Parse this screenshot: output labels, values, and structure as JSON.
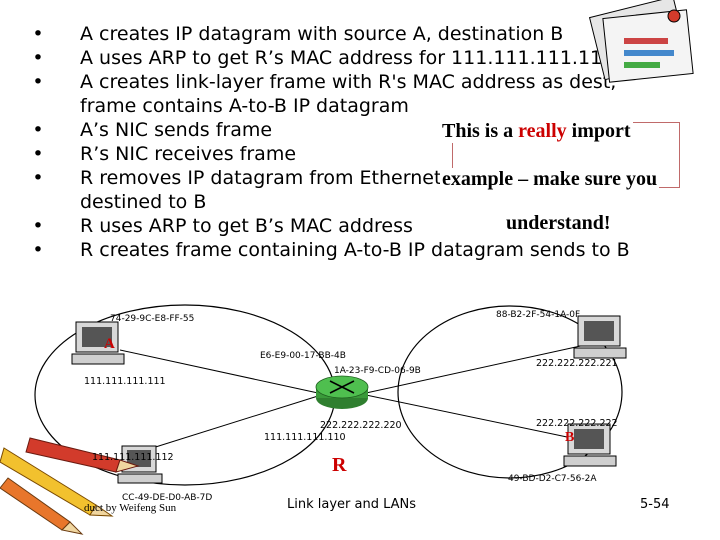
{
  "bullets": [
    "A creates IP datagram with source A, destination B",
    "A uses ARP to get R’s MAC address for 111.111.111.110",
    "A creates link-layer frame with R's MAC address as dest, frame contains A-to-B IP datagram",
    "A’s NIC sends frame",
    "R’s NIC receives frame",
    "R removes IP datagram from Ethernet frame, sees its destined to B",
    "R uses ARP to get B’s MAC address",
    "R creates frame containing A-to-B IP datagram sends to B"
  ],
  "callout": {
    "prefix": "This is a ",
    "emphasis": "really",
    "suffix": " import",
    "line2": "example – make sure you",
    "line3": "understand!"
  },
  "diagram": {
    "host_a": {
      "label": "A",
      "mac": "74-29-9C-E8-FF-55",
      "ip": "111.111.111.111"
    },
    "host_b": {
      "label": "B",
      "mac_top": "88-B2-2F-54-1A-0F",
      "ip_top": "222.222.222.221",
      "ip_bottom": "222.222.222.222",
      "mac_bottom": "49-BD-D2-C7-56-2A"
    },
    "router": {
      "label": "R",
      "mac_left": "E6-E9-00-17-BB-4B",
      "mac_right": "1A-23-F9-CD-06-9B",
      "ip_right": "222.222.222.220",
      "ip_left": "111.111.111.110"
    },
    "host_c": {
      "ip": "111.111.111.112",
      "mac": "CC-49-DE-D0-AB-7D"
    }
  },
  "footer": {
    "center": "Link layer and LANs",
    "page": "5-54",
    "credit": "duct by Weifeng Sun"
  },
  "colors": {
    "accent_red": "#cc0000",
    "router_green": "#3a9a3a",
    "callout_border": "#c06a6a"
  }
}
